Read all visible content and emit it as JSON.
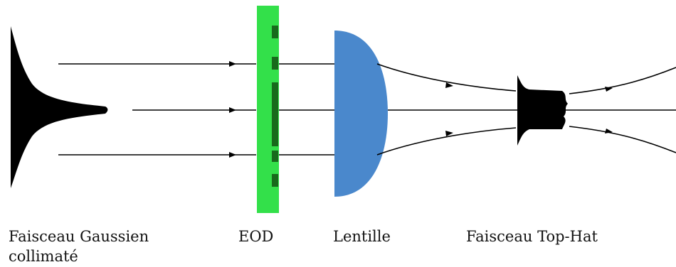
{
  "labels": {
    "gaussian_line1": "Faisceau Gaussien",
    "gaussian_line2": "collimaté",
    "doe": "EOD",
    "lens": "Lentille",
    "tophat": "Faisceau Top-Hat"
  },
  "colors": {
    "beam": "#000000",
    "doe_plate": "#33e04a",
    "doe_marks": "#186a1c",
    "lens": "#4a88cc",
    "background": "#ffffff"
  }
}
